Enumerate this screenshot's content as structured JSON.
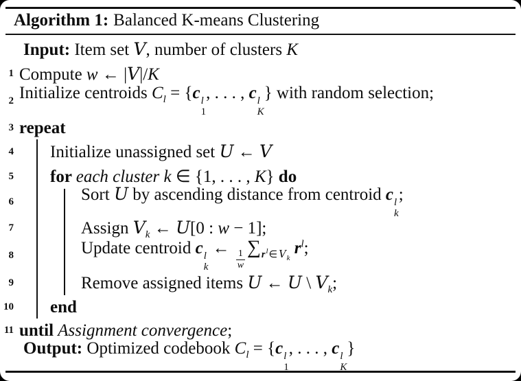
{
  "colors": {
    "frame_background": "#000000",
    "page_background": "#ffffff",
    "text": "#0d0d0d",
    "rule": "#111111"
  },
  "algorithm": {
    "title_label": "Algorithm 1:",
    "title_text": "Balanced K-means Clustering",
    "lines": [
      {
        "num": "",
        "kind": "io",
        "h": "io",
        "segs": [
          {
            "t": "Input:",
            "s": "bf"
          },
          {
            "t": " Item set ",
            "s": "rm"
          },
          {
            "t": "V",
            "s": "cal"
          },
          {
            "t": ", number of clusters ",
            "s": "rm"
          },
          {
            "t": "K",
            "s": "it"
          }
        ]
      },
      {
        "num": "1",
        "indent": 0,
        "segs": [
          {
            "t": "Compute ",
            "s": "rm"
          },
          {
            "t": "w",
            "s": "it"
          },
          {
            "t": " ← |",
            "s": "rm"
          },
          {
            "t": "V",
            "s": "cal"
          },
          {
            "t": "|/",
            "s": "rm"
          },
          {
            "t": "K",
            "s": "it"
          }
        ]
      },
      {
        "num": "2",
        "indent": 0,
        "tall": true,
        "segs": [
          {
            "t": "Initialize centroids ",
            "s": "rm"
          },
          {
            "t": "C",
            "s": "it",
            "sub": "l"
          },
          {
            "t": " = {",
            "s": "rm"
          },
          {
            "t": "c",
            "s": "bi",
            "sup": "l",
            "sub": "1"
          },
          {
            "t": ", . . . , ",
            "s": "rm"
          },
          {
            "t": "c",
            "s": "bi",
            "sup": "l",
            "sub": "K"
          },
          {
            "t": "} with random selection;",
            "s": "rm"
          }
        ]
      },
      {
        "num": "3",
        "indent": 0,
        "h": "h34",
        "segs": [
          {
            "t": "repeat",
            "s": "bf"
          }
        ]
      },
      {
        "num": "4",
        "indent": 1,
        "bars": [
          1
        ],
        "h": "h36",
        "segs": [
          {
            "t": "Initialize unassigned set ",
            "s": "rm"
          },
          {
            "t": "U",
            "s": "cal"
          },
          {
            "t": " ← ",
            "s": "rm"
          },
          {
            "t": "V",
            "s": "cal"
          }
        ]
      },
      {
        "num": "5",
        "indent": 1,
        "bars": [
          1
        ],
        "h": "h36",
        "segs": [
          {
            "t": "for ",
            "s": "bf"
          },
          {
            "t": "each cluster k ",
            "s": "it"
          },
          {
            "t": "∈ {1, . . . , ",
            "s": "rm"
          },
          {
            "t": "K",
            "s": "it"
          },
          {
            "t": "} ",
            "s": "rm"
          },
          {
            "t": "do",
            "s": "bf"
          }
        ]
      },
      {
        "num": "6",
        "indent": 2,
        "bars": [
          1,
          2
        ],
        "h": "h39",
        "segs": [
          {
            "t": "Sort ",
            "s": "rm"
          },
          {
            "t": "U",
            "s": "cal"
          },
          {
            "t": " by ascending distance from centroid ",
            "s": "rm"
          },
          {
            "t": "c",
            "s": "bi",
            "sup": "l",
            "sub": "k"
          },
          {
            "t": ";",
            "s": "rm"
          }
        ]
      },
      {
        "num": "7",
        "indent": 2,
        "bars": [
          1,
          2
        ],
        "h": "h36",
        "segs": [
          {
            "t": "Assign ",
            "s": "rm"
          },
          {
            "t": "V",
            "s": "cal",
            "sub": "k"
          },
          {
            "t": " ← ",
            "s": "rm"
          },
          {
            "t": "U",
            "s": "cal"
          },
          {
            "t": "[0 : ",
            "s": "rm"
          },
          {
            "t": "w",
            "s": "it"
          },
          {
            "t": " − 1];",
            "s": "rm"
          }
        ]
      },
      {
        "num": "8",
        "indent": 2,
        "bars": [
          1,
          2
        ],
        "tall": true,
        "segs": [
          {
            "t": "Update centroid ",
            "s": "rm"
          },
          {
            "t": "c",
            "s": "bi",
            "sup": "l",
            "sub": "k"
          },
          {
            "t": " ← ",
            "s": "rm"
          },
          {
            "type": "frac",
            "numer": "1",
            "denom": "w"
          },
          {
            "type": "sum",
            "sub": [
              {
                "t": "r",
                "s": "bi",
                "sup": "l"
              },
              {
                "t": "∈",
                "s": "rm"
              },
              {
                "t": "V",
                "s": "cal",
                "sub": "k"
              }
            ]
          },
          {
            "t": " ",
            "s": "rm"
          },
          {
            "t": "r",
            "s": "bi",
            "sup": "l"
          },
          {
            "t": ";",
            "s": "rm"
          }
        ]
      },
      {
        "num": "9",
        "indent": 2,
        "bars": [
          1,
          2
        ],
        "h": "h36",
        "segs": [
          {
            "t": "Remove assigned items ",
            "s": "rm"
          },
          {
            "t": "U",
            "s": "cal"
          },
          {
            "t": " ← ",
            "s": "rm"
          },
          {
            "t": "U",
            "s": "cal"
          },
          {
            "t": " \\ ",
            "s": "rm"
          },
          {
            "t": "V",
            "s": "cal",
            "sub": "k"
          },
          {
            "t": ";",
            "s": "rm"
          }
        ]
      },
      {
        "num": "10",
        "indent": 1,
        "bars": [
          1
        ],
        "h": "h34",
        "segs": [
          {
            "t": "end",
            "s": "bf"
          }
        ]
      },
      {
        "num": "11",
        "indent": 0,
        "segs": [
          {
            "t": "until ",
            "s": "bf"
          },
          {
            "t": "Assignment convergence",
            "s": "it"
          },
          {
            "t": ";",
            "s": "rm"
          }
        ]
      },
      {
        "num": "",
        "kind": "io",
        "h": "h40",
        "segs": [
          {
            "t": "Output:",
            "s": "bf"
          },
          {
            "t": " Optimized codebook ",
            "s": "rm"
          },
          {
            "t": "C",
            "s": "it",
            "sub": "l"
          },
          {
            "t": " = {",
            "s": "rm"
          },
          {
            "t": "c",
            "s": "bi",
            "sup": "l",
            "sub": "1"
          },
          {
            "t": ", . . . , ",
            "s": "rm"
          },
          {
            "t": "c",
            "s": "bi",
            "sup": "l",
            "sub": "K"
          },
          {
            "t": "}",
            "s": "rm"
          }
        ]
      }
    ]
  }
}
